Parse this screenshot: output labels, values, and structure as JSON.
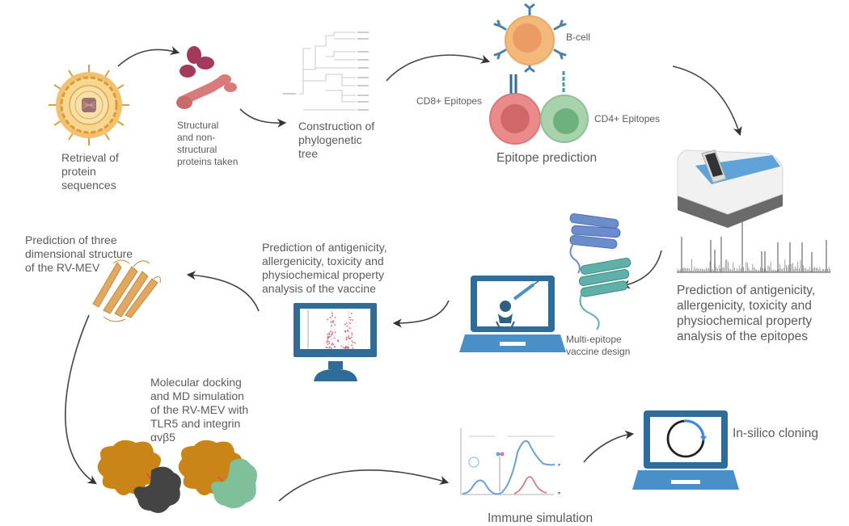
{
  "diagram": {
    "type": "workflow",
    "steps": [
      {
        "id": "retrieval",
        "lines": [
          "Retrieval of",
          "protein",
          "sequences"
        ],
        "icon": "virus-icon"
      },
      {
        "id": "proteins",
        "lines": [
          "Structural",
          "and non-",
          "structural",
          "proteins taken"
        ],
        "icon": "protein-icon"
      },
      {
        "id": "phylo",
        "lines": [
          "Construction of",
          "phylogenetic",
          "tree"
        ],
        "icon": "phylogenetic-tree-icon"
      },
      {
        "id": "epitope",
        "lines": [
          "Epitope prediction"
        ],
        "icon": "immune-cells-icon",
        "sublabels": {
          "bcell": "B-cell",
          "cd8": "CD8+ Epitopes",
          "cd4": "CD4+ Epitopes"
        }
      },
      {
        "id": "epitope_analysis",
        "lines": [
          "Prediction of antigenicity,",
          "allergenicity, toxicity and",
          "physiochemical property",
          "analysis of the epitopes"
        ],
        "icon": "analyzer-machine-icon"
      },
      {
        "id": "mev_design",
        "lines": [
          "Multi-epitope",
          "vaccine design"
        ],
        "icon": "laptop-vaccine-icon"
      },
      {
        "id": "vaccine_analysis",
        "lines": [
          "Prediction of antigenicity,",
          "allergenicity, toxicity and",
          "physiochemical property",
          "analysis of the vaccine"
        ],
        "icon": "monitor-scatter-icon"
      },
      {
        "id": "structure3d",
        "lines": [
          "Prediction of three",
          "dimensional structure",
          "of the RV-MEV"
        ],
        "icon": "beta-sheet-protein-icon"
      },
      {
        "id": "docking",
        "lines": [
          "Molecular docking",
          "and MD simulation",
          "of the RV-MEV with",
          "TLR5 and integrin",
          " αvβ5"
        ],
        "icon": "docking-complex-icon"
      },
      {
        "id": "immune",
        "lines": [
          "Immune simulation"
        ],
        "icon": "immune-response-graph-icon"
      },
      {
        "id": "cloning",
        "lines": [
          "In-silico cloning"
        ],
        "icon": "laptop-plasmid-icon"
      }
    ],
    "colors": {
      "text": "#5b5b5b",
      "arrow": "#333333",
      "blue_dark": "#2f6d98",
      "blue_light": "#4a90c8",
      "virus": "#e8b050",
      "protein_dark": "#a33a5c",
      "protein_light": "#d77b7b",
      "bcell": "#f0b070",
      "cd8": "#e07a7a",
      "cd4": "#9ccc9c",
      "docking_orange": "#c98518",
      "docking_gray": "#444444",
      "docking_green": "#7fbf99"
    }
  }
}
